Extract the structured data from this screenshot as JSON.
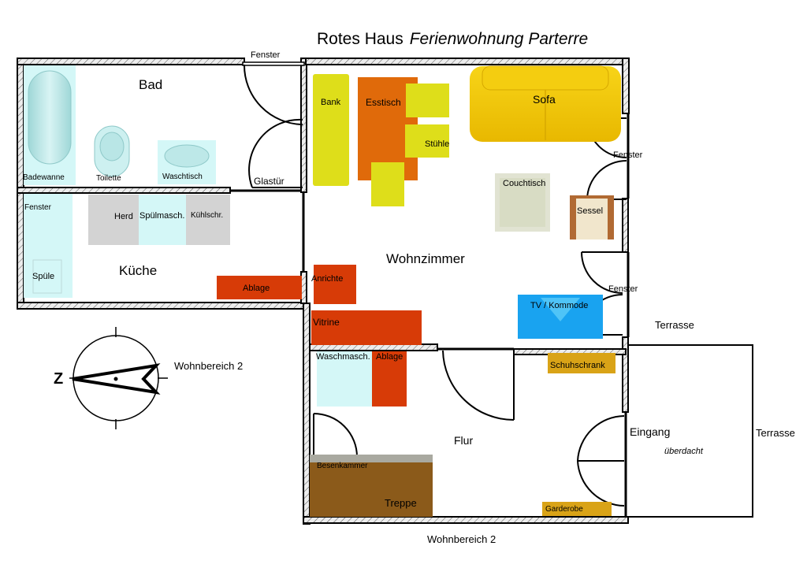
{
  "title": {
    "main": "Rotes Haus",
    "subtitle": "Ferienwohnung Parterre"
  },
  "colors": {
    "wall": "#000000",
    "sanitary": "#d4f7f7",
    "appliance_gray": "#d3d3d3",
    "dining_table": "#e06a0a",
    "chairs_bench": "#dede1a",
    "sofa": "#f5cf08",
    "sideboard": "#d73b07",
    "tv": "#19a3f0",
    "shoe_cabinet": "#d9a317",
    "stairs": "#8b5a1a",
    "broom_closet": "#a9a9a0",
    "coffee_table": "#e1e3d2",
    "armchair": "#b16a33"
  },
  "rooms": {
    "bad": "Bad",
    "kueche": "Küche",
    "wohnzimmer": "Wohnzimmer",
    "flur": "Flur",
    "eingang": "Eingang",
    "eingang_note": "überdacht",
    "terrasse_top": "Terrasse",
    "terrasse_right": "Terrasse"
  },
  "bad": {
    "badewanne": "Badewanne",
    "toilette": "Toilette",
    "waschtisch": "Waschtisch",
    "glastuer": "Glastür",
    "fenster": "Fenster"
  },
  "kueche": {
    "fenster": "Fenster",
    "spuele": "Spüle",
    "herd": "Herd",
    "spuelmasch": "Spülmasch.",
    "kuehlschr": "Kühlschr.",
    "ablage": "Ablage"
  },
  "wohnzimmer": {
    "bank": "Bank",
    "esstisch": "Esstisch",
    "stuehle": "Stühle",
    "sofa": "Sofa",
    "couchtisch": "Couchtisch",
    "sessel": "Sessel",
    "fenster_1": "Fenster",
    "fenster_2": "Fenster",
    "anrichte": "Anrichte",
    "vitrine": "Vitrine",
    "tv_kommode": "TV / Kommode"
  },
  "flur": {
    "waschmasch": "Waschmasch.",
    "ablage": "Ablage",
    "schuhschrank": "Schuhschrank",
    "besenkammer": "Besenkammer",
    "treppe": "Treppe",
    "garderobe": "Garderobe"
  },
  "compass": {
    "north_letter": "Z"
  },
  "neighbors": {
    "left": "Wohnbereich 2",
    "bottom": "Wohnbereich 2"
  }
}
